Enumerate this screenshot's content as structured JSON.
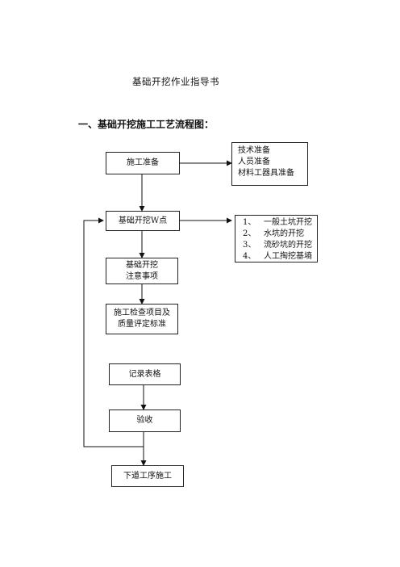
{
  "document": {
    "title": "基础开挖作业指导书",
    "section_heading": "一、基础开挖施工工艺流程图："
  },
  "flowchart": {
    "steps": {
      "prep": "施工准备",
      "excavation_points": "基础开挖W点",
      "notes": [
        "基础开挖",
        "注意事项"
      ],
      "inspection": [
        "施工检查项目及",
        "质量评定标准"
      ],
      "records": "记录表格",
      "acceptance": "验收",
      "next": "下道工序施工"
    },
    "prep_details": [
      "技术准备",
      "人员准备",
      "材料工器具准备"
    ],
    "excavation_methods": [
      {
        "num": "1、",
        "text": "一般土坑开挖"
      },
      {
        "num": "2、",
        "text": "水坑的开挖"
      },
      {
        "num": "3、",
        "text": "流砂坑的开挖"
      },
      {
        "num": "4、",
        "text": "人工掏挖基墒"
      }
    ]
  }
}
